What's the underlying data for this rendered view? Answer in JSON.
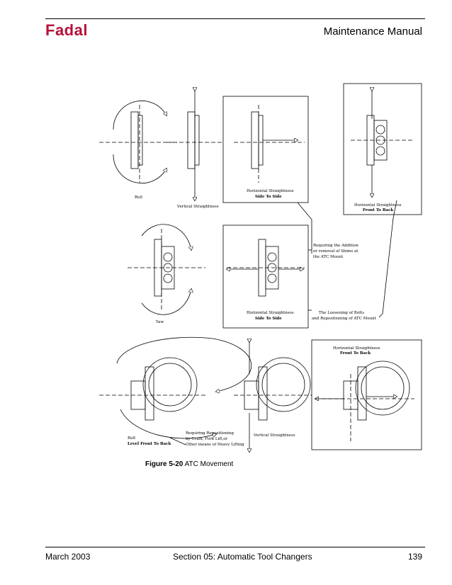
{
  "header": {
    "brand": "Fadal",
    "title": "Maintenance Manual"
  },
  "figure": {
    "labels": {
      "roll": "Roll",
      "vertical_straightness": "Vertical Straightness",
      "horizontal_straightness": "Horizontal Straightness",
      "side_to_side": "Side To Side",
      "front_to_back": "Front To Back",
      "yaw": "Yaw",
      "shims_1": "Requiring the Addition",
      "shims_2": "or removal of Shims at",
      "shims_3": "the ATC Mount",
      "bolts_1": "The Loosening of Bolts",
      "bolts_2": "and Repositioning of ATC Mount",
      "roll_level": "Level Front To Back",
      "crane_1": "Requiring Repositioning",
      "crane_2": "by Crain, Fork Lift,or",
      "crane_3": "Other means of Heavy Lifting"
    }
  },
  "caption": {
    "number": "Figure 5-20",
    "text": "ATC Movement"
  },
  "footer": {
    "date": "March 2003",
    "section": "Section 05: Automatic Tool Changers",
    "page": "139"
  }
}
